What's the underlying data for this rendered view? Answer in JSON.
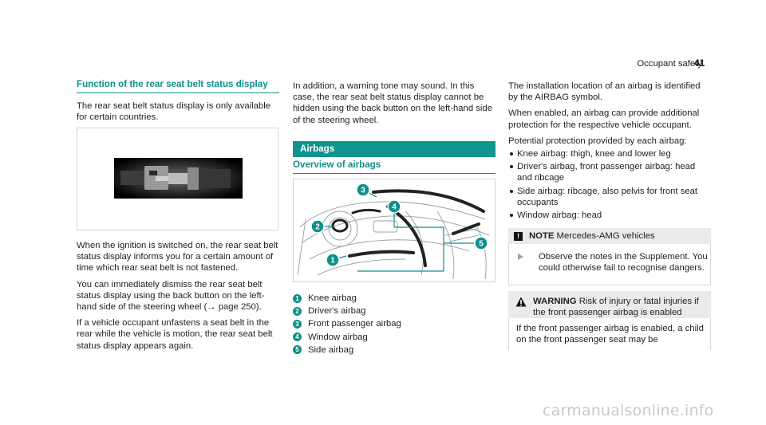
{
  "header": {
    "section": "Occupant safety",
    "page": "41"
  },
  "col1": {
    "heading": "Function of the rear seat belt status display",
    "intro": "The rear seat belt status display is only available for certain countries.",
    "figure_icon": "seat-belt-icon",
    "p1": "When the ignition is switched on, the rear seat belt status display informs you for a certain amount of time which rear seat belt is not fastened.",
    "p2": "You can immediately dismiss the rear seat belt status display using the back button on the left-hand side of the steering wheel (→ page 250).",
    "p3": "If a vehicle occupant unfastens a seat belt in the rear while the vehicle is motion, the rear seat belt status display appears again."
  },
  "col2": {
    "p1": "In addition, a warning tone may sound. In this case, the rear seat belt status display cannot be hidden using the back button on the left-hand side of the steering wheel.",
    "section_bar": "Airbags",
    "subheading": "Overview of airbags",
    "callouts": [
      "1",
      "2",
      "3",
      "4",
      "5"
    ],
    "legend": [
      {
        "num": "1",
        "label": "Knee airbag"
      },
      {
        "num": "2",
        "label": "Driver's airbag"
      },
      {
        "num": "3",
        "label": "Front passenger airbag"
      },
      {
        "num": "4",
        "label": "Window airbag"
      },
      {
        "num": "5",
        "label": "Side airbag"
      }
    ]
  },
  "col3": {
    "p1": "The installation location of an airbag is identified by the AIRBAG symbol.",
    "p2": "When enabled, an airbag can provide additional protection for the respective vehicle occupant.",
    "p3": "Potential protection provided by each airbag:",
    "bullets": [
      "Knee airbag: thigh, knee and lower leg",
      "Driver's airbag, front passenger airbag: head and ribcage",
      "Side airbag: ribcage, also pelvis for front seat occupants",
      "Window airbag: head"
    ],
    "note": {
      "icon": "!",
      "label": "NOTE",
      "title": "Mercedes-AMG vehicles",
      "text": "Observe the notes in the Supplement. You could otherwise fail to recognise dangers."
    },
    "warning": {
      "label": "WARNING",
      "title": "Risk of injury or fatal injuries if the front passenger airbag is enabled",
      "text": "If the front passenger airbag is enabled, a child on the front passenger seat may be"
    }
  },
  "watermark": "carmanualsonline.info",
  "colors": {
    "accent": "#0e8f8b",
    "box_grey": "#e9eaeb"
  }
}
